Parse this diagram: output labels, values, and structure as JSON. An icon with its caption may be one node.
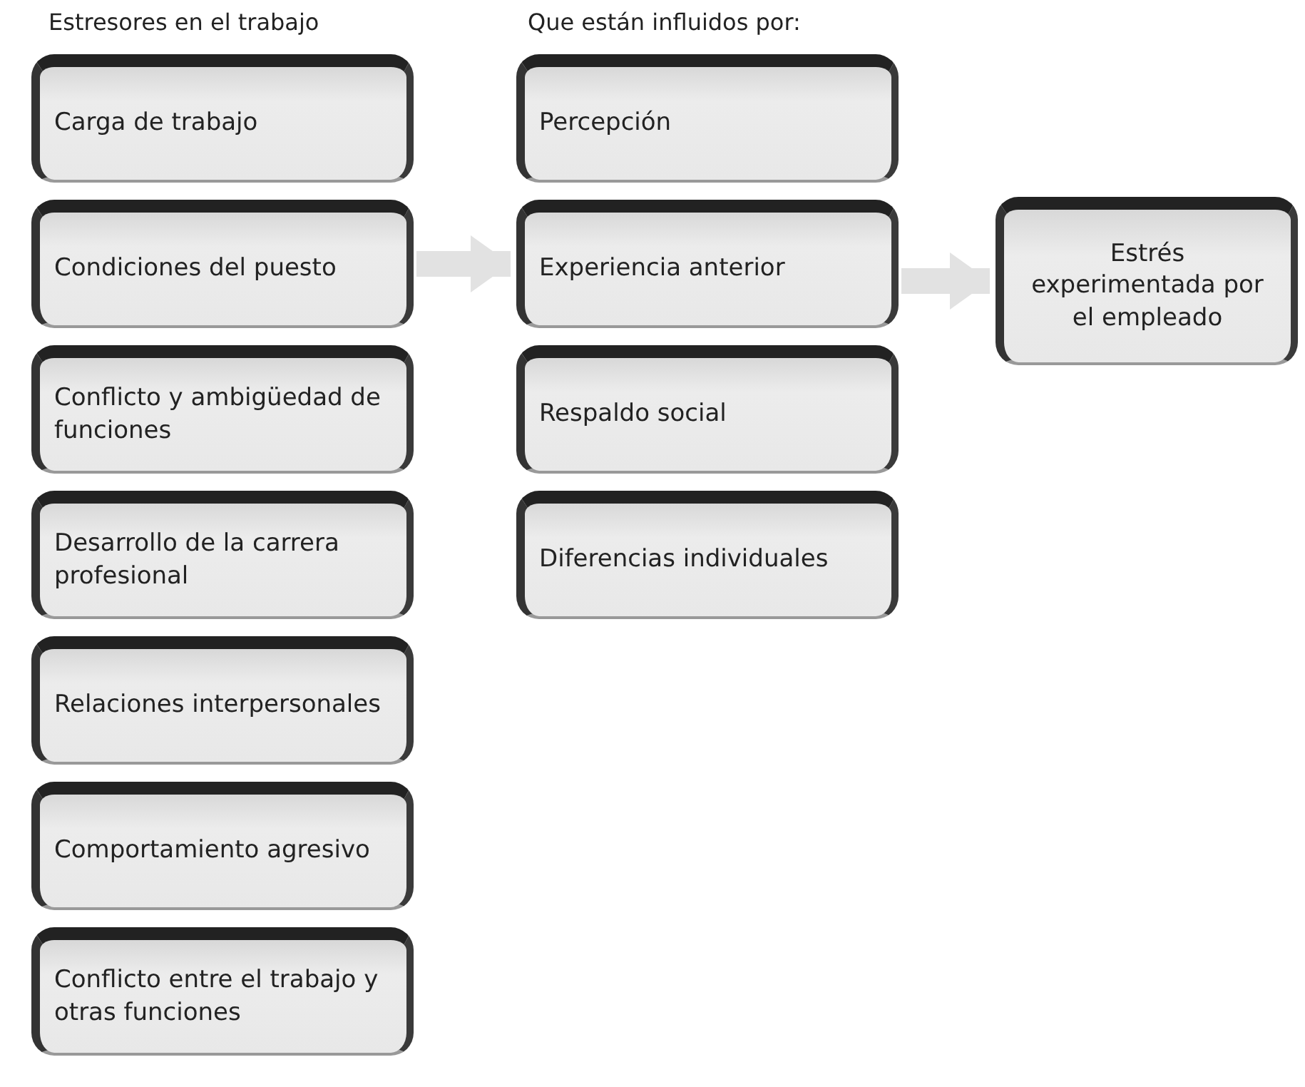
{
  "diagram": {
    "nodes": [
      {
        "text": [
          "Carga de trabajo"
        ]
      },
      {
        "text": [
          "Condiciones del puesto"
        ]
      },
      {
        "text": [
          "Conflicto y ambigüedad de funciones"
        ]
      },
      {
        "text": [
          "Desarrollo de la carrera profesional"
        ]
      },
      {
        "text": [
          "Relaciones interpersonales"
        ]
      },
      {
        "text": [
          "Comportamiento agresivo"
        ]
      },
      {
        "text": [
          "Conflicto entre el trabajo y otras funciones"
        ]
      },
      {
        "text": [
          "Percepción"
        ]
      },
      {
        "text": [
          "Experiencia anterior"
        ]
      },
      {
        "text": [
          "Respaldo social"
        ]
      },
      {
        "text": [
          "Diferencias individuales"
        ]
      },
      {
        "text": [
          "Estrés experimentada por el empleado"
        ]
      }
    ],
    "edges": [
      {
        "from": 1,
        "to": 8,
        "arrow": "to"
      },
      {
        "from": 8,
        "to": 11,
        "arrow": "to"
      }
    ],
    "labels": [
      "Estresores en el trabajo",
      "Que están influidos por:"
    ]
  }
}
